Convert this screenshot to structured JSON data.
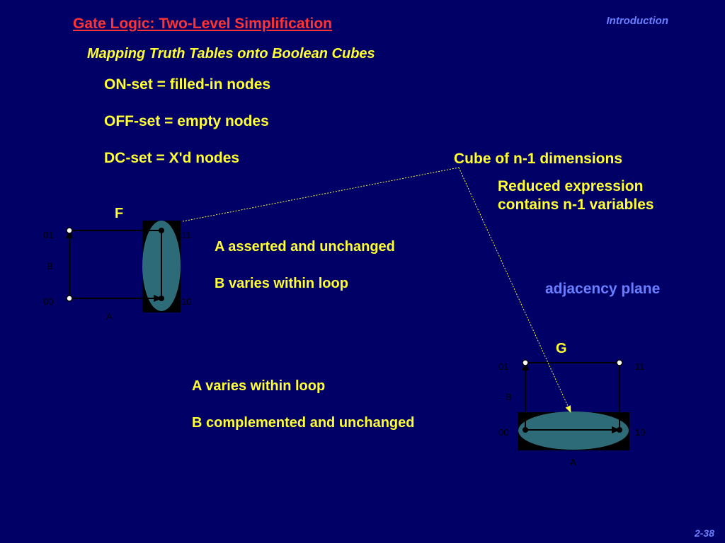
{
  "header": {
    "title": "Gate Logic: Two-Level Simplification",
    "section": "Introduction"
  },
  "subtitle": "Mapping Truth Tables onto Boolean Cubes",
  "definitions": [
    "ON-set = filled-in nodes",
    "OFF-set = empty nodes",
    "DC-set = X'd nodes"
  ],
  "callout": {
    "heading": "Cube of n-1 dimensions",
    "line1": "Reduced expression",
    "line2": "contains n-1 variables"
  },
  "adjacency_label": "adjacency plane",
  "cube_f": {
    "name": "F",
    "corner_01": "01",
    "corner_11": "11",
    "corner_00": "00",
    "corner_10": "10",
    "axis_a": "A",
    "axis_b": "B",
    "note1": "A asserted and unchanged",
    "note2": "B varies within loop"
  },
  "cube_g": {
    "name": "G",
    "corner_01": "01",
    "corner_11": "11",
    "corner_00": "00",
    "corner_10": "10",
    "axis_a": "A",
    "axis_b": "B",
    "note1": "A varies within loop",
    "note2": "B complemented and unchanged"
  },
  "page_number": "2-38",
  "colors": {
    "background": "#000066",
    "title": "#ff3333",
    "text": "#ffff33",
    "accent": "#6a7fff",
    "loop": "#2e6b78"
  }
}
